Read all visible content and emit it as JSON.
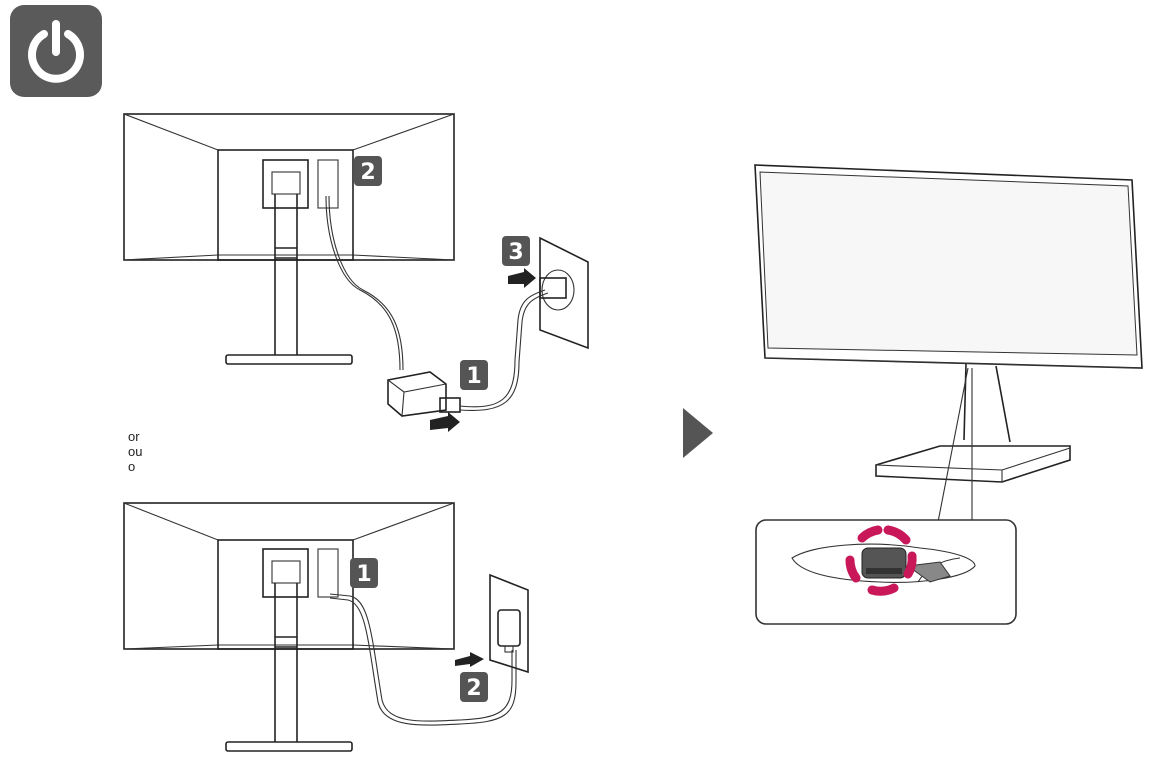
{
  "icon": {
    "name": "power-icon",
    "bg_color": "#5a5a5a"
  },
  "separator": {
    "lines": [
      "or",
      "ou",
      "o"
    ]
  },
  "diagram_a": {
    "steps": [
      "1",
      "2",
      "3"
    ]
  },
  "diagram_b": {
    "steps": [
      "1",
      "2"
    ]
  },
  "colors": {
    "badge": "#555555",
    "highlight": "#c8185a",
    "arrow": "#555555"
  }
}
